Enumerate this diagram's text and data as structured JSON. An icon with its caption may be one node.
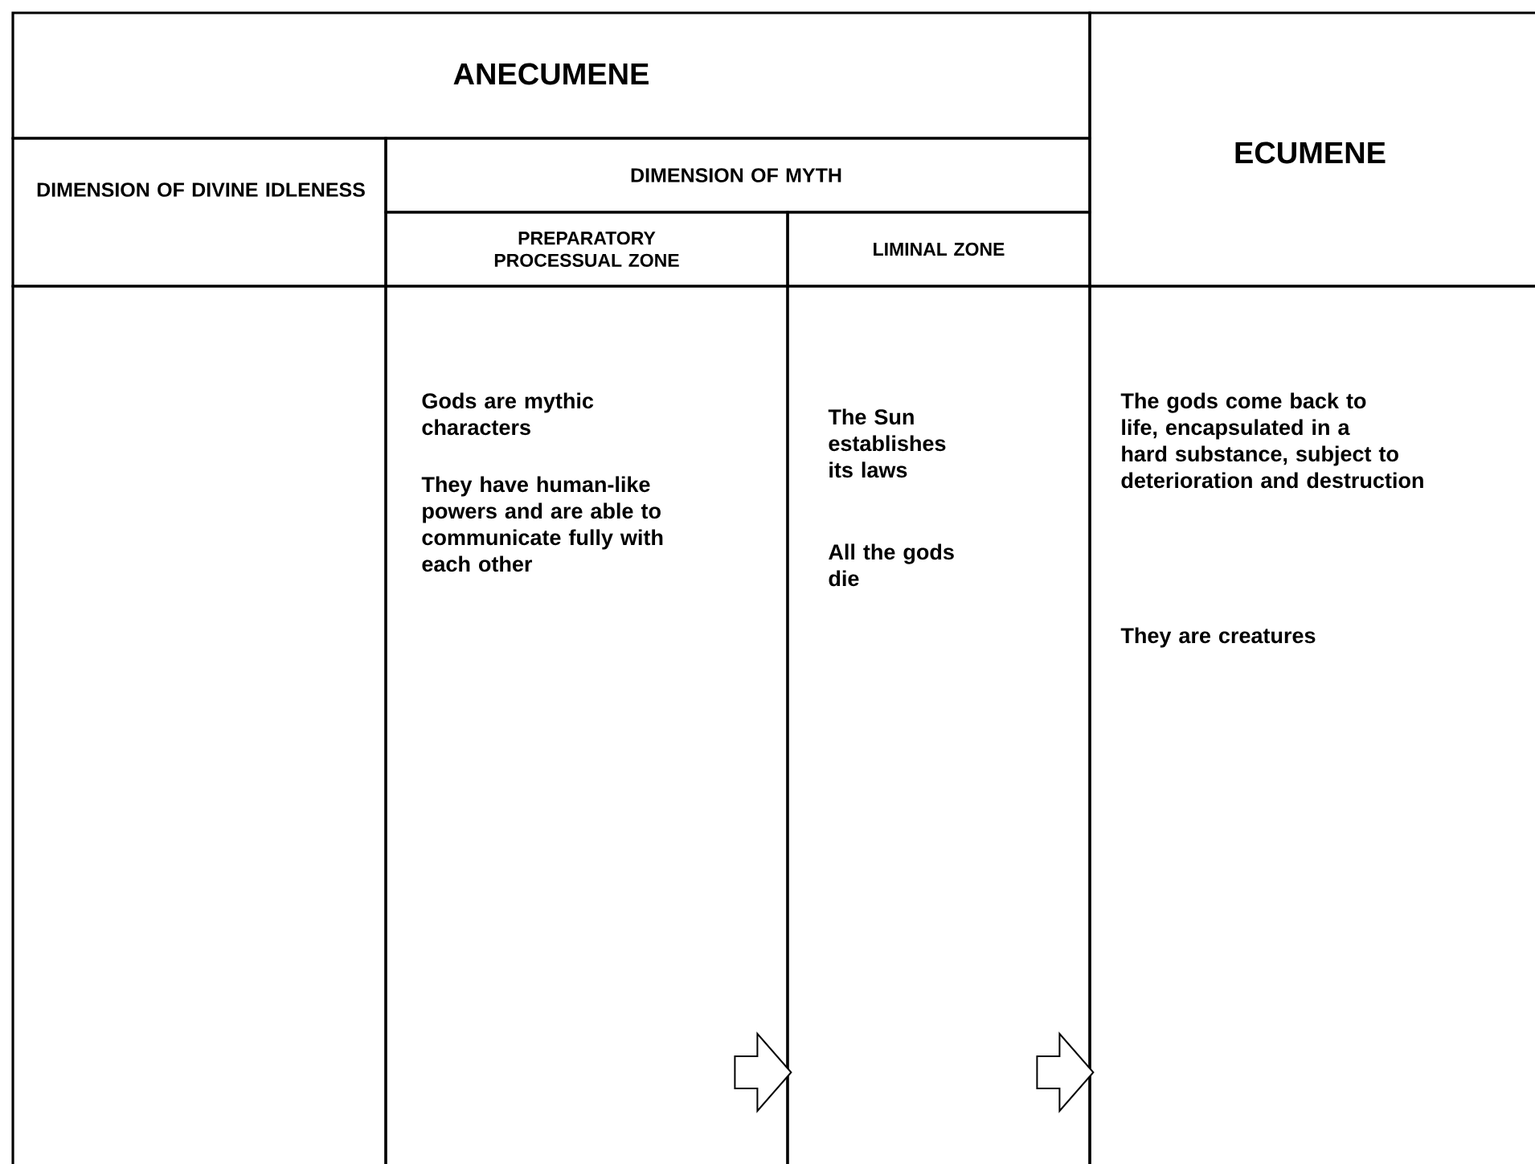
{
  "diagram": {
    "nodes": [
      {
        "text": [
          "ANECUMENE"
        ]
      },
      {
        "text": [
          "ECUMENE"
        ]
      },
      {
        "text": [
          "DIMENSION OF DIVINE IDLENESS"
        ]
      },
      {
        "text": [
          "DIMENSION OF MYTH"
        ]
      },
      {
        "text": [
          "PREPARATORY PROCESSUAL ZONE"
        ]
      },
      {
        "text": [
          "LIMINAL ZONE"
        ]
      },
      {
        "text": [],
        "shape": "box"
      },
      {
        "text": [
          "Gods are mythic characters",
          "They have human-like powers and are able to communicate fully with each other"
        ]
      },
      {
        "text": [
          "The Sun establishes its laws",
          "All the gods die"
        ]
      },
      {
        "text": [
          "The gods come back to life, encapsulated in a hard substance, subject to deterioration and destruction",
          "They are creatures"
        ]
      }
    ],
    "edges": [
      {
        "from": 7,
        "to": 8,
        "arrow": "to"
      },
      {
        "from": 8,
        "to": 9,
        "arrow": "to"
      }
    ]
  }
}
